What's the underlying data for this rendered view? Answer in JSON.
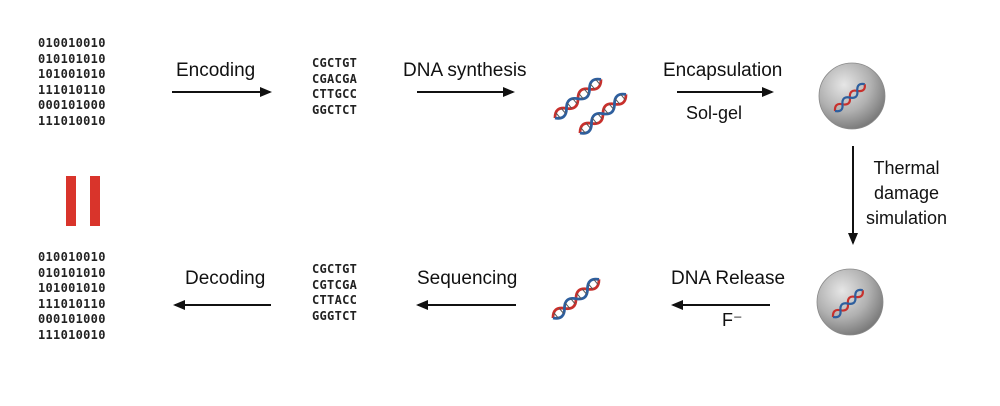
{
  "binary_input": [
    "010010010",
    "010101010",
    "101001010",
    "111010110",
    "000101000",
    "111010010"
  ],
  "binary_output": [
    "010010010",
    "010101010",
    "101001010",
    "111010110",
    "000101000",
    "111010010"
  ],
  "dna_encoded": [
    "CGCTGT",
    "CGACGA",
    "CTTGCC",
    "GGCTCT"
  ],
  "dna_sequenced": [
    "CGCTGT",
    "CGTCGA",
    "CTTACC",
    "GGGTCT"
  ],
  "steps": {
    "encoding": "Encoding",
    "dna_synthesis": "DNA synthesis",
    "encapsulation": "Encapsulation",
    "sol_gel": "Sol-gel",
    "thermal": [
      "Thermal",
      "damage",
      "simulation"
    ],
    "dna_release": "DNA Release",
    "fluoride": "F⁻",
    "sequencing": "Sequencing",
    "decoding": "Decoding"
  },
  "colors": {
    "equals_sign": "#d9342b",
    "helix_red": "#c8302c",
    "helix_blue": "#2e5f9e",
    "sphere": "#b3b3b3"
  }
}
